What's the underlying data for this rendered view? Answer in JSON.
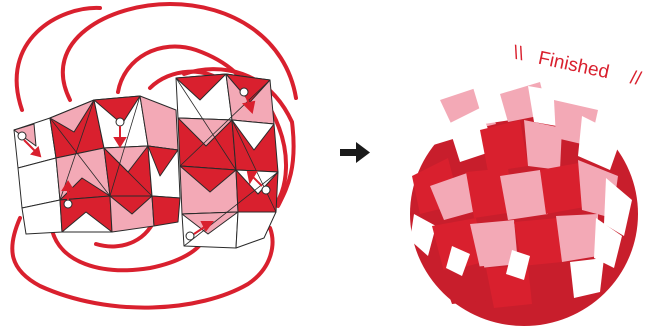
{
  "caption": {
    "text": "Finished",
    "left_marks": "\\\\",
    "right_marks": "//"
  },
  "colors": {
    "red": "#d9202e",
    "pink": "#f3a9b6",
    "white": "#ffffff",
    "outline": "#2a2a2a"
  },
  "icons": {
    "arrow": "right-arrow-icon",
    "diagram": "folding-diagram",
    "photo": "finished-ball-photo"
  }
}
